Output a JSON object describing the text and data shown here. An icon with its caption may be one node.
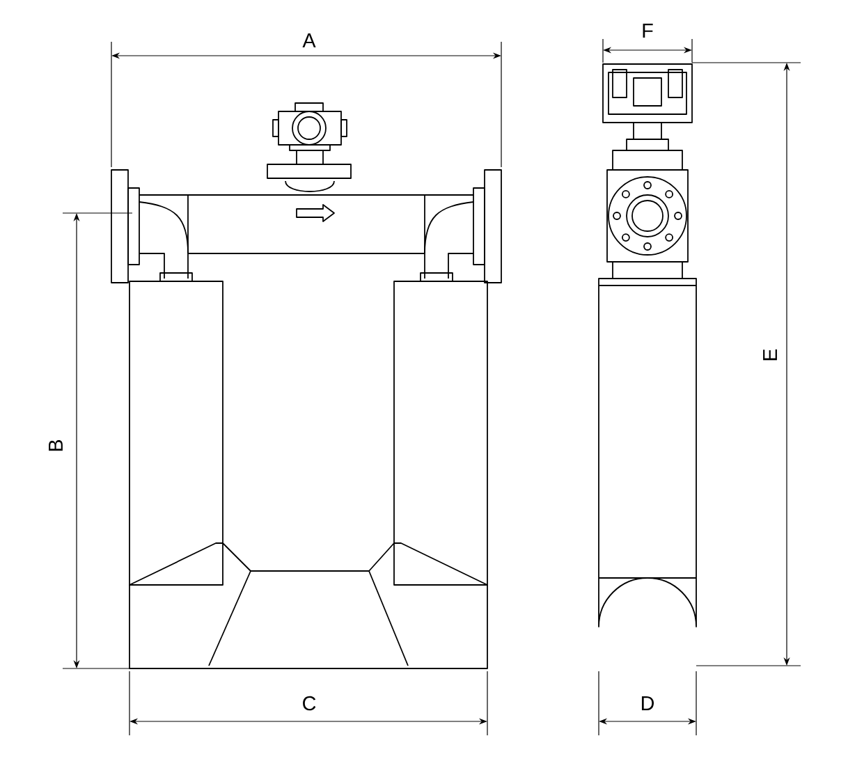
{
  "diagram": {
    "labels": [
      "A",
      "F",
      "B",
      "E",
      "C",
      "D"
    ]
  }
}
